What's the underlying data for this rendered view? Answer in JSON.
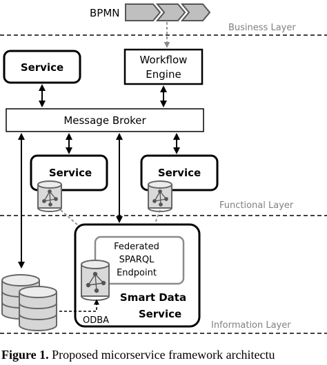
{
  "colors": {
    "stroke": "#000000",
    "divider": "#000000",
    "gray_stroke": "#8a8a8a",
    "gray_fill": "#bfbfbf",
    "layer_label": "#808080",
    "background": "#ffffff"
  },
  "bpmn": {
    "label": "BPMN",
    "icon": "chevron-process-icon"
  },
  "layers": {
    "business": "Business Layer",
    "functional": "Functional Layer",
    "information": "Information Layer"
  },
  "nodes": {
    "service_top": "Service",
    "workflow_engine_line1": "Workflow",
    "workflow_engine_line2": "Engine",
    "message_broker": "Message Broker",
    "service_left": "Service",
    "service_right": "Service",
    "smart_data_service_line1": "Smart Data",
    "smart_data_service_line2": "Service",
    "federated_line1": "Federated",
    "federated_line2": "SPARQL",
    "federated_line3": "Endpoint",
    "odba": "ODBA"
  },
  "caption": {
    "label": "Figure 1.",
    "text": " Proposed micorservice framework architectu"
  }
}
